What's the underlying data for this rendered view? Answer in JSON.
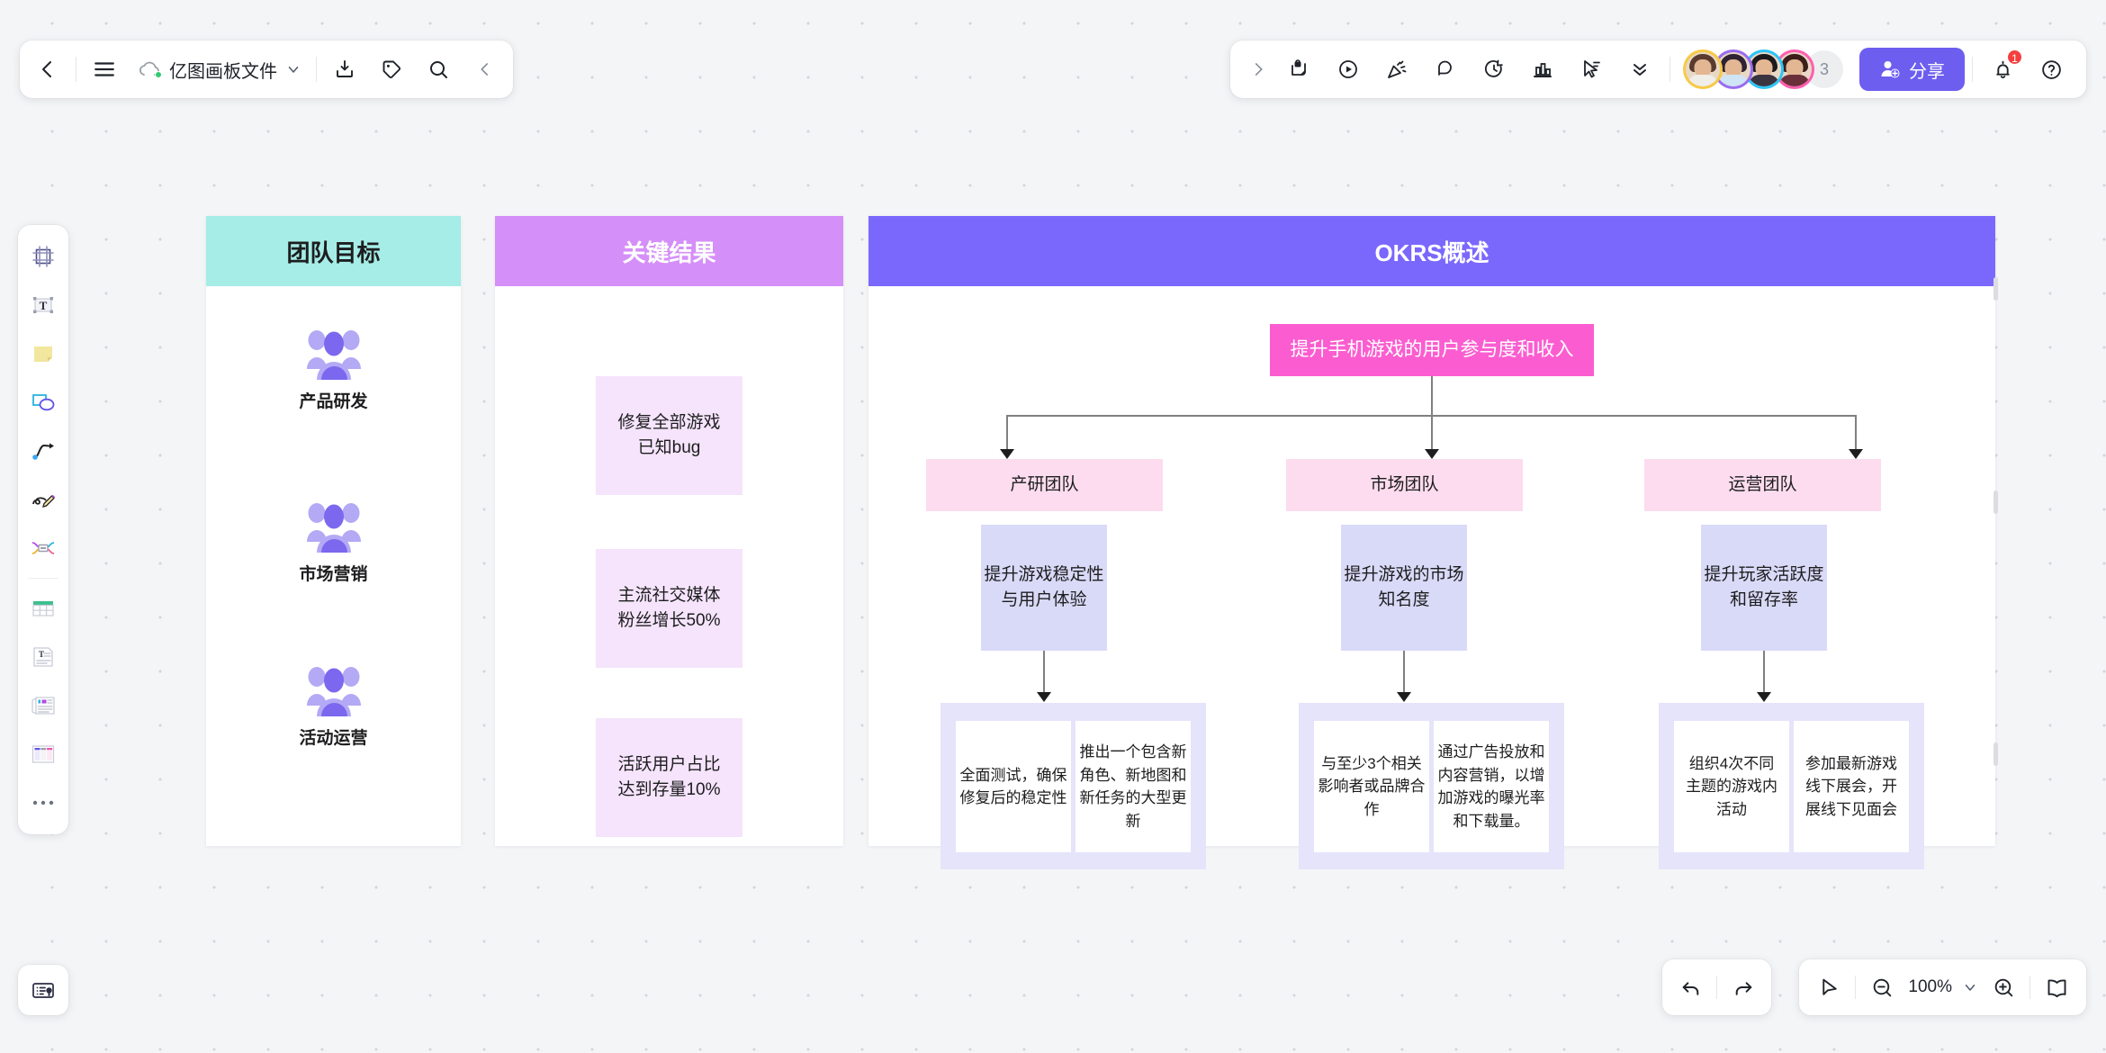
{
  "app": {
    "doc_title": "亿图画板文件",
    "cloud_status_icon": "cloud-synced-icon"
  },
  "toolbar_top_left": {
    "back_icon": "chevron-left-icon",
    "menu_icon": "hamburger-menu-icon",
    "dropdown_icon": "chevron-down-icon",
    "export_icon": "download-export-icon",
    "tag_icon": "tag-icon",
    "search_icon": "search-icon",
    "collapse_icon": "chevron-left-collapse-icon"
  },
  "toolbar_top_right": {
    "expand_icon": "chevron-right-icon",
    "items": [
      {
        "name": "lock-page-icon",
        "label": "锁定"
      },
      {
        "name": "play-presentation-icon",
        "label": "演示"
      },
      {
        "name": "celebrate-icon",
        "label": "庆祝"
      },
      {
        "name": "comment-icon",
        "label": "评论"
      },
      {
        "name": "timer-icon",
        "label": "计时器"
      },
      {
        "name": "vote-chart-icon",
        "label": "投票"
      },
      {
        "name": "cursor-flag-icon",
        "label": "指针"
      },
      {
        "name": "chevron-double-down-icon",
        "label": "更多"
      }
    ],
    "avatars": [
      {
        "ring": "#f7c948",
        "hair": "#5a3b2e",
        "body": "#f0eee9"
      },
      {
        "ring": "#9b6cf0",
        "hair": "#2f2233",
        "body": "#cfe4f5"
      },
      {
        "ring": "#2ec5f6",
        "hair": "#1c1a1d",
        "body": "#3a3340"
      },
      {
        "ring": "#ff5fb0",
        "hair": "#3a1f1a",
        "body": "#6b2f3a"
      }
    ],
    "extra_collaborators": "3",
    "share_label": "分享",
    "share_icon": "person-add-icon",
    "share_color": "#6d5ef0",
    "notification_icon": "bell-icon",
    "notification_count": "1",
    "notification_badge_color": "#f53f3f",
    "help_icon": "help-circle-icon"
  },
  "tool_sidebar": {
    "items": [
      {
        "name": "frame-tool-icon",
        "label": "画框"
      },
      {
        "name": "text-tool-icon",
        "label": "文本"
      },
      {
        "name": "sticky-note-tool-icon",
        "label": "便签"
      },
      {
        "name": "shapes-tool-icon",
        "label": "形状"
      },
      {
        "name": "connector-tool-icon",
        "label": "连接线"
      },
      {
        "name": "pen-tool-icon",
        "label": "画笔"
      },
      {
        "name": "mindmap-tool-icon",
        "label": "思维导图"
      },
      {
        "name": "table-tool-icon",
        "label": "表格"
      },
      {
        "name": "text-doc-tool-icon",
        "label": "文档"
      },
      {
        "name": "cards-tool-icon",
        "label": "卡片"
      },
      {
        "name": "kanban-tool-icon",
        "label": "看板"
      },
      {
        "name": "more-tools-icon",
        "label": "更多"
      }
    ]
  },
  "bottom_left": {
    "ai_assistant_icon": "ai-card-icon"
  },
  "bottom_right": {
    "undo_icon": "undo-arrow-icon",
    "redo_icon": "redo-arrow-icon",
    "select_icon": "cursor-select-icon",
    "zoom_out_icon": "zoom-out-icon",
    "zoom_level": "100%",
    "zoom_dropdown_icon": "chevron-down-icon",
    "zoom_in_icon": "zoom-in-icon",
    "presentation_icon": "book-open-icon"
  },
  "board": {
    "columns": [
      {
        "title": "团队目标",
        "header_color": "#a5ede6",
        "header_text_color": "#1d1d1f",
        "goals": [
          {
            "label": "产品研发",
            "icon": "people-group-icon"
          },
          {
            "label": "市场营销",
            "icon": "people-group-icon"
          },
          {
            "label": "活动运营",
            "icon": "people-group-icon"
          }
        ]
      },
      {
        "title": "关键结果",
        "header_color": "#d58ff8",
        "header_text_color": "#ffffff",
        "cards": [
          "修复全部游戏\n已知bug",
          "主流社交媒体\n粉丝增长50%",
          "活跃用户占比\n达到存量10%"
        ]
      },
      {
        "title": "OKRS概述",
        "header_color": "#7a68fd",
        "header_text_color": "#ffffff"
      }
    ],
    "okr": {
      "root": {
        "label": "提升手机游戏的用户参与度和收入",
        "color": "#fb5dd0",
        "text_color": "#ffffff"
      },
      "branches": [
        {
          "team": "产研团队",
          "team_color": "#fcdcee",
          "objective": "提升游戏稳定性\n与用户体验",
          "objective_color": "#d9daf7",
          "group_color": "#e6e4fa",
          "key_results": [
            "全面测试，确保\n修复后的稳定性",
            "推出一个包含新\n角色、新地图和\n新任务的大型更\n新"
          ]
        },
        {
          "team": "市场团队",
          "team_color": "#fcdcee",
          "objective": "提升游戏的市场\n知名度",
          "objective_color": "#d9daf7",
          "group_color": "#e6e4fa",
          "key_results": [
            "与至少3个相关\n影响者或品牌合\n作",
            "通过广告投放和\n内容营销，以增\n加游戏的曝光率\n和下载量。"
          ]
        },
        {
          "team": "运营团队",
          "team_color": "#fcdcee",
          "objective": "提升玩家活跃度\n和留存率",
          "objective_color": "#d9daf7",
          "group_color": "#e6e4fa",
          "key_results": [
            "组织4次不同\n主题的游戏内\n活动",
            "参加最新游戏\n线下展会，开\n展线下见面会"
          ]
        }
      ]
    }
  }
}
